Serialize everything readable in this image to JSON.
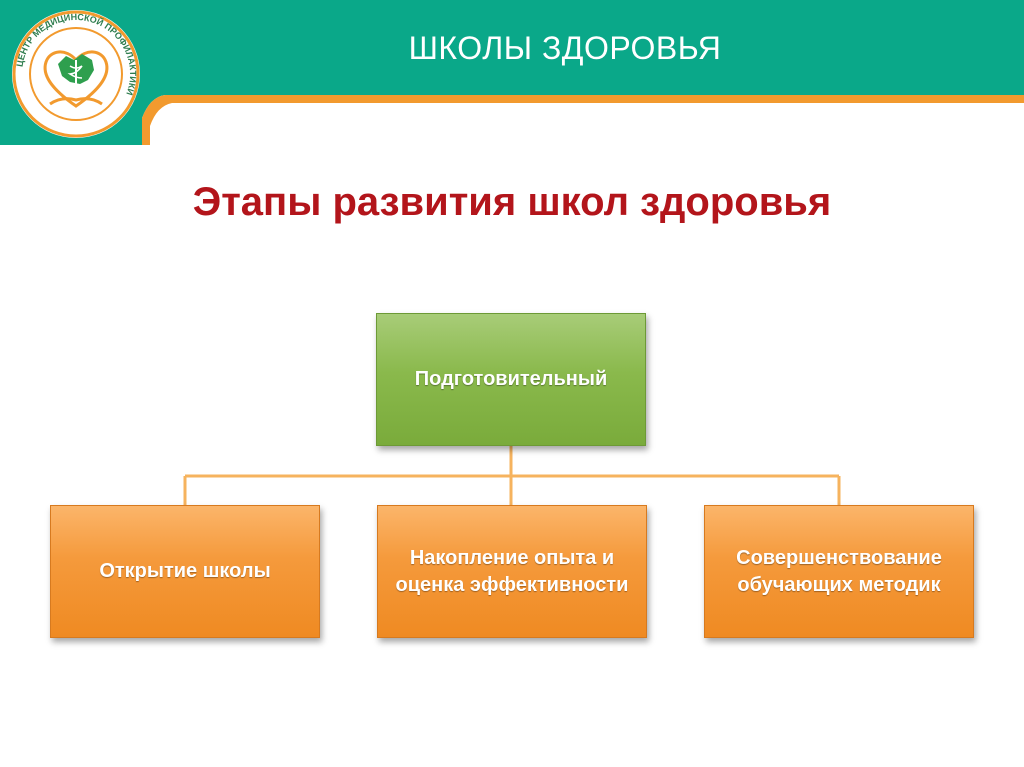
{
  "header": {
    "title": "ШКОЛЫ ЗДОРОВЬЯ",
    "band_color": "#0aa889",
    "stripe_color": "#f29a2e"
  },
  "logo": {
    "ring_text": "ЦЕНТР МЕДИЦИНСКОЙ ПРОФИЛАКТИКИ",
    "ring_color": "#f29a2e",
    "map_color": "#2e9f4e"
  },
  "main_title": "Этапы развития школ здоровья",
  "diagram": {
    "root": {
      "label": "Подготовительный",
      "color": "#8ab94c"
    },
    "children": [
      {
        "label": "Открытие школы",
        "color": "#f29a3c"
      },
      {
        "label": "Накопление опыта и оценка эффективности",
        "color": "#f29a3c"
      },
      {
        "label": "Совершенствование обучающих методик",
        "color": "#f29a3c"
      }
    ],
    "connector_color": "#f6b35e"
  }
}
